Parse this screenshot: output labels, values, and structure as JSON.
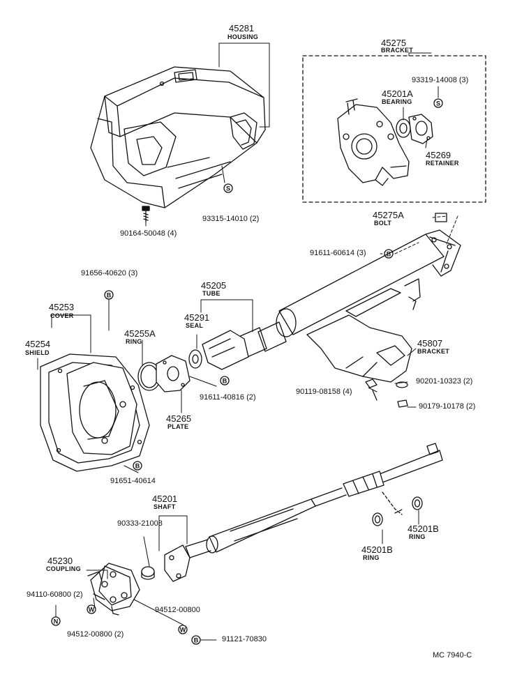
{
  "parts": {
    "housing": {
      "number": "45281",
      "name": "HOUSING"
    },
    "bracket_top": {
      "number": "45275",
      "name": "BRACKET"
    },
    "bearing": {
      "number": "45201A",
      "name": "BEARING"
    },
    "retainer": {
      "number": "45269",
      "name": "RETAINER"
    },
    "bolt": {
      "number": "45275A",
      "name": "BOLT"
    },
    "tube": {
      "number": "45205",
      "name": "TUBE"
    },
    "seal": {
      "number": "45291",
      "name": "SEAL"
    },
    "cover": {
      "number": "45253",
      "name": "COVER"
    },
    "shield": {
      "number": "45254",
      "name": "SHIELD"
    },
    "ring_a": {
      "number": "45255A",
      "name": "RING"
    },
    "plate": {
      "number": "45265",
      "name": "PLATE"
    },
    "bracket_mid": {
      "number": "45807",
      "name": "BRACKET"
    },
    "shaft": {
      "number": "45201",
      "name": "SHAFT"
    },
    "ring_b1": {
      "number": "45201B",
      "name": "RING"
    },
    "ring_b2": {
      "number": "45201B",
      "name": "RING"
    },
    "coupling": {
      "number": "45230",
      "name": "COUPLING"
    }
  },
  "part_codes": {
    "c93319": "93319-14008 (3)",
    "c93315": "93315-14010 (2)",
    "c90164": "90164-50048 (4)",
    "c91611a": "91611-60614 (3)",
    "c91656": "91656-40620 (3)",
    "c91611b": "91611-40816 (2)",
    "c90119": "90119-08158 (4)",
    "c90201": "90201-10323 (2)",
    "c90179": "90179-10178 (2)",
    "c91651": "91651-40614",
    "c90333": "90333-21008",
    "c94110": "94110-60800 (2)",
    "c94512a": "94512-00800",
    "c94512b": "94512-00800 (2)",
    "c91121": "91121-70830"
  },
  "symbols": {
    "s": "S",
    "b": "B",
    "w": "W",
    "n": "N"
  },
  "figure_code": "MC  7940-C"
}
